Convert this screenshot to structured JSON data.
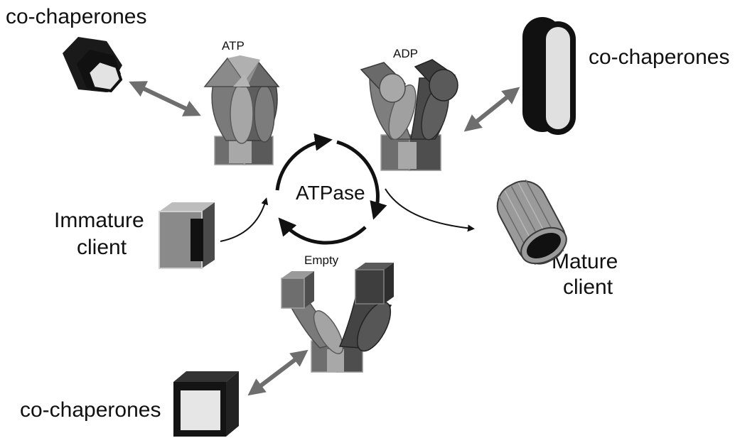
{
  "labels": {
    "cochaperones_top_left": "co-chaperones",
    "cochaperones_top_right": "co-chaperones",
    "cochaperones_bottom_left": "co-chaperones",
    "atp": "ATP",
    "adp": "ADP",
    "empty": "Empty",
    "atpase": "ATPase",
    "immature_line1": "Immature",
    "immature_line2": "client",
    "mature_line1": "Mature",
    "mature_line2": "client"
  },
  "colors": {
    "dark": "#1a1a1a",
    "mid_gray": "#7a7a7a",
    "light_gray": "#a8a8a8",
    "dark_gray": "#4d4d4d",
    "arrow_gray": "#6e6e6e",
    "cycle_arrow": "#111111"
  }
}
